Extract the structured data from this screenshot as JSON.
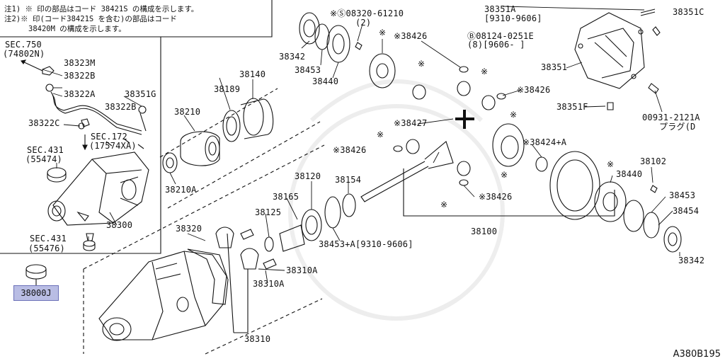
{
  "notes": [
    "注1) ※ 印の部品はコード 38421S の構成を示します。",
    "注2)※ 印(コード38421S を含む)の部品はコード",
    "38420M の構成を示します。"
  ],
  "labels": {
    "sec750": "SEC.750",
    "sec750b": "(74802N)",
    "l38323M": "38323M",
    "l38322B_a": "38322B",
    "l38322A": "38322A",
    "l38351G": "38351G",
    "l38322B_b": "38322B",
    "l38322C": "38322C",
    "sec172": "SEC.172",
    "sec172b": "(17574XA)",
    "sec431a": "SEC.431",
    "sec431ab": "(55474)",
    "l38300": "38300",
    "sec431b": "SEC.431",
    "sec431bb": "(55476)",
    "l38000J": "38000J",
    "l38342a": "38342",
    "l38453a": "38453",
    "l38440a": "38440",
    "l08320": "※Ⓢ08320-61210",
    "l08320b": "(2)",
    "l38426a": "※38426",
    "l08124": "Ⓑ08124-0251E",
    "l08124b": "(8)[9606-     ]",
    "l38351A": "38351A",
    "l38351Ab": "[9310-9606]",
    "l38351C": "38351C",
    "l38351": "38351",
    "l38426b": "※38426",
    "l38351F": "38351F",
    "l00931": "00931-2121A",
    "l00931b": "プラグ(D",
    "l38140": "38140",
    "l38189": "38189",
    "l38210": "38210",
    "l38210A": "38210A",
    "l38427": "※38427",
    "l38424": "※38424+A",
    "l38426c": "※38426",
    "l38120": "38120",
    "l38154": "38154",
    "l38165": "38165",
    "l38125": "38125",
    "l38453A": "38453+A[9310-9606]",
    "l38426d": "※38426",
    "l38100": "38100",
    "l38102": "38102",
    "l38440b": "38440",
    "l38453b": "38453",
    "l38454": "38454",
    "l38342b": "38342",
    "l38320": "38320",
    "l38310Aa": "38310A",
    "l38310Ab": "38310A",
    "l38310": "38310",
    "star": "※",
    "diagram_code": "A380B195"
  }
}
